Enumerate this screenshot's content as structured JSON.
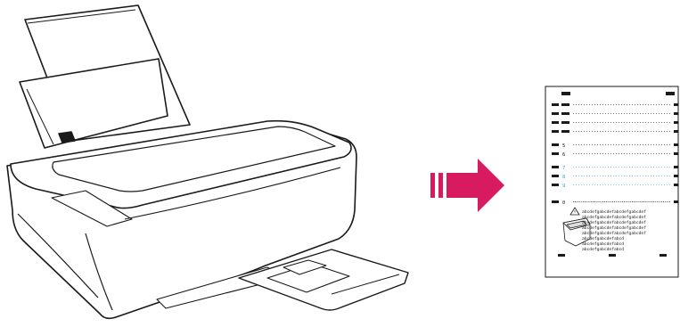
{
  "colors": {
    "arrow": "#d81b60",
    "cyan_rows": "#29a9d6",
    "ink": "#222222"
  },
  "alignment_page": {
    "row_labels": {
      "r5": "5",
      "r6": "6",
      "r7": "7",
      "r8": "8",
      "r9": "9",
      "r0": "0"
    },
    "text_lines": [
      "abcdefgabcdefabcdefgabcdef",
      "abcdefgabcdefabcdefgabcdef",
      "abcdefgabcdefabcdefgabcdef",
      "abcdefgabcdefabcdefgabcdef",
      "abcdefgabcdefabcdefgabcdef",
      "abcdefgabcdefabcd",
      "abcdefgabcdefabcd",
      "abcdefgabcdefabcd"
    ],
    "icons": [
      "warning-triangle-icon",
      "printer-scanner-icon"
    ]
  },
  "arrow": {
    "icon": "right-arrow-icon"
  }
}
